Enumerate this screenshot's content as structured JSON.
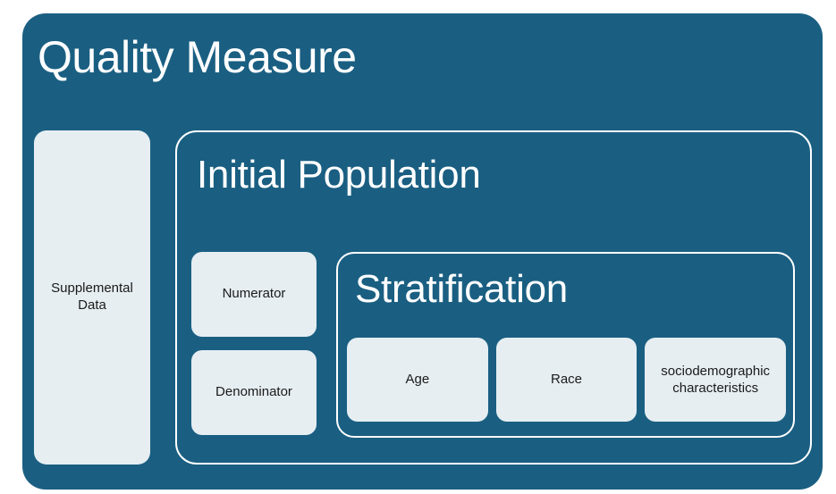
{
  "diagram": {
    "title": "Quality Measure",
    "colors": {
      "container_fill": "#1a5f82",
      "card_fill": "#e6eef2",
      "border": "#ffffff",
      "title_text": "#ffffff",
      "card_text": "#1a1a1a",
      "page_background": "#ffffff"
    },
    "supplemental_data": {
      "label": "Supplemental Data"
    },
    "initial_population": {
      "title": "Initial Population",
      "measures": [
        {
          "label": "Numerator"
        },
        {
          "label": "Denominator"
        }
      ],
      "stratification": {
        "title": "Stratification",
        "chips": [
          {
            "label": "Age"
          },
          {
            "label": "Race"
          },
          {
            "label": "sociodemographic characteristics"
          }
        ]
      }
    }
  }
}
